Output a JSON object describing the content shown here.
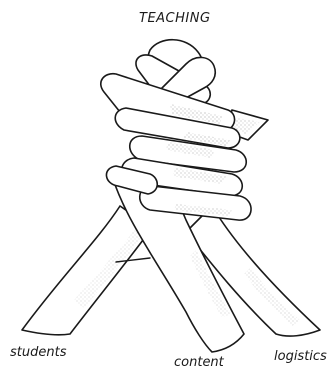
{
  "diagram": {
    "title": "TEACHING",
    "strands": [
      {
        "label": "students"
      },
      {
        "label": "content"
      },
      {
        "label": "logistics"
      }
    ]
  }
}
